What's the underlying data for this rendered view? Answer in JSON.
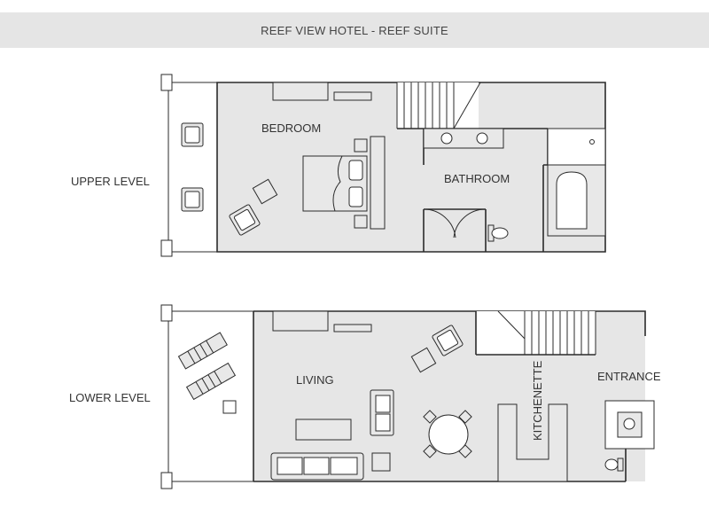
{
  "title": "REEF VIEW HOTEL - REEF SUITE",
  "levels": {
    "upper": "UPPER LEVEL",
    "lower": "LOWER LEVEL"
  },
  "rooms": {
    "bedroom": "BEDROOM",
    "bathroom": "BATHROOM",
    "living": "LIVING",
    "kitchenette": "KITCHENETTE",
    "entrance": "ENTRANCE"
  },
  "colors": {
    "floor": "#e6e6e6",
    "wall": "#2b2b2b",
    "title_bar": "#e5e5e5"
  }
}
